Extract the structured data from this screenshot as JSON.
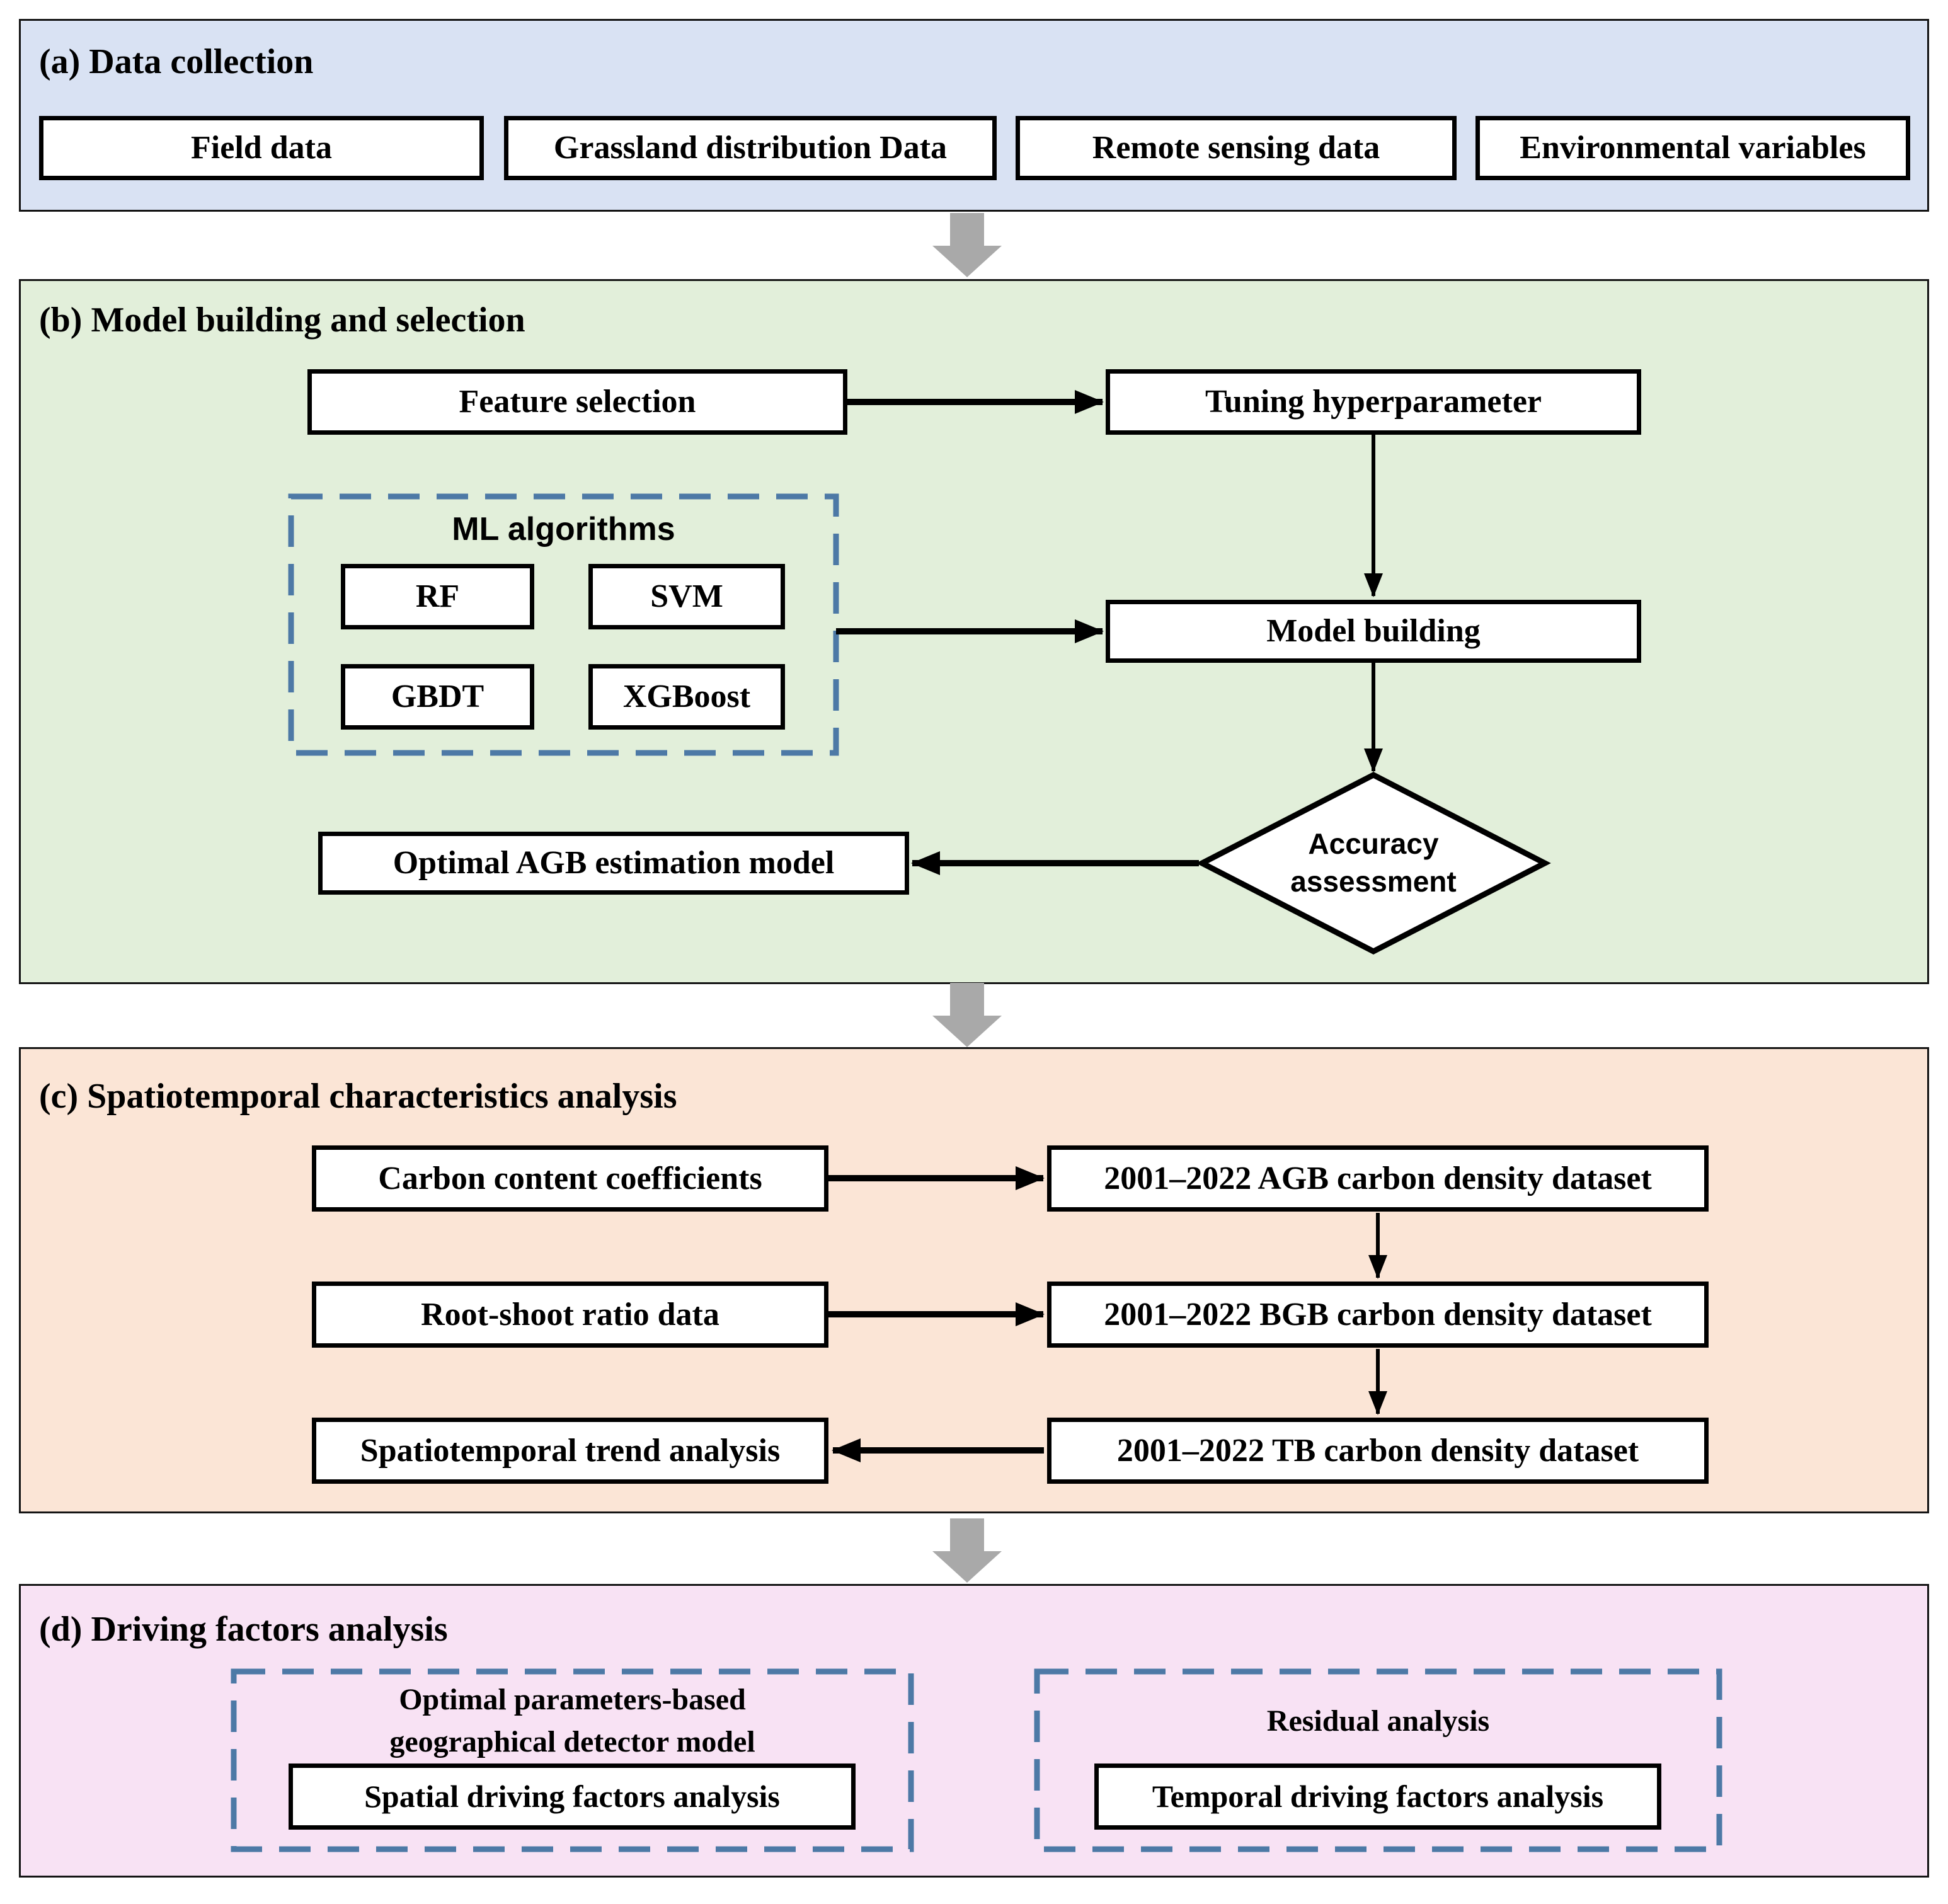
{
  "colors": {
    "section_a_bg": "#d9e2f3",
    "section_b_bg": "#e2efda",
    "section_c_bg": "#fbe5d6",
    "section_d_bg": "#f8e2f4",
    "dashed_group_border": "#4d79a6",
    "connector": "#000000",
    "flow_arrow_gray": "#a9a9a9",
    "box_border": "#000000"
  },
  "section_a": {
    "title": "(a) Data collection",
    "boxes": [
      "Field data",
      "Grassland distribution Data",
      "Remote sensing data",
      "Environmental variables"
    ]
  },
  "section_b": {
    "title": "(b) Model building and selection",
    "feature_selection": "Feature selection",
    "tuning_hyperparameter": "Tuning hyperparameter",
    "ml_group_title": "ML algorithms",
    "algorithms": [
      "RF",
      "SVM",
      "GBDT",
      "XGBoost"
    ],
    "model_building": "Model building",
    "accuracy_line1": "Accuracy",
    "accuracy_line2": "assessment",
    "optimal_model": "Optimal AGB estimation model"
  },
  "section_c": {
    "title": "(c) Spatiotemporal characteristics analysis",
    "left_boxes": [
      "Carbon content coefficients",
      "Root-shoot ratio data",
      "Spatiotemporal trend analysis"
    ],
    "right_boxes": [
      "2001–2022 AGB carbon density dataset",
      "2001–2022 BGB carbon density dataset",
      "2001–2022 TB carbon density dataset"
    ]
  },
  "section_d": {
    "title": "(d) Driving factors analysis",
    "spatial_group": {
      "label_line1": "Optimal parameters-based",
      "label_line2": "geographical detector model",
      "box": "Spatial driving factors analysis"
    },
    "temporal_group": {
      "label": "Residual analysis",
      "box": "Temporal driving factors analysis"
    }
  }
}
